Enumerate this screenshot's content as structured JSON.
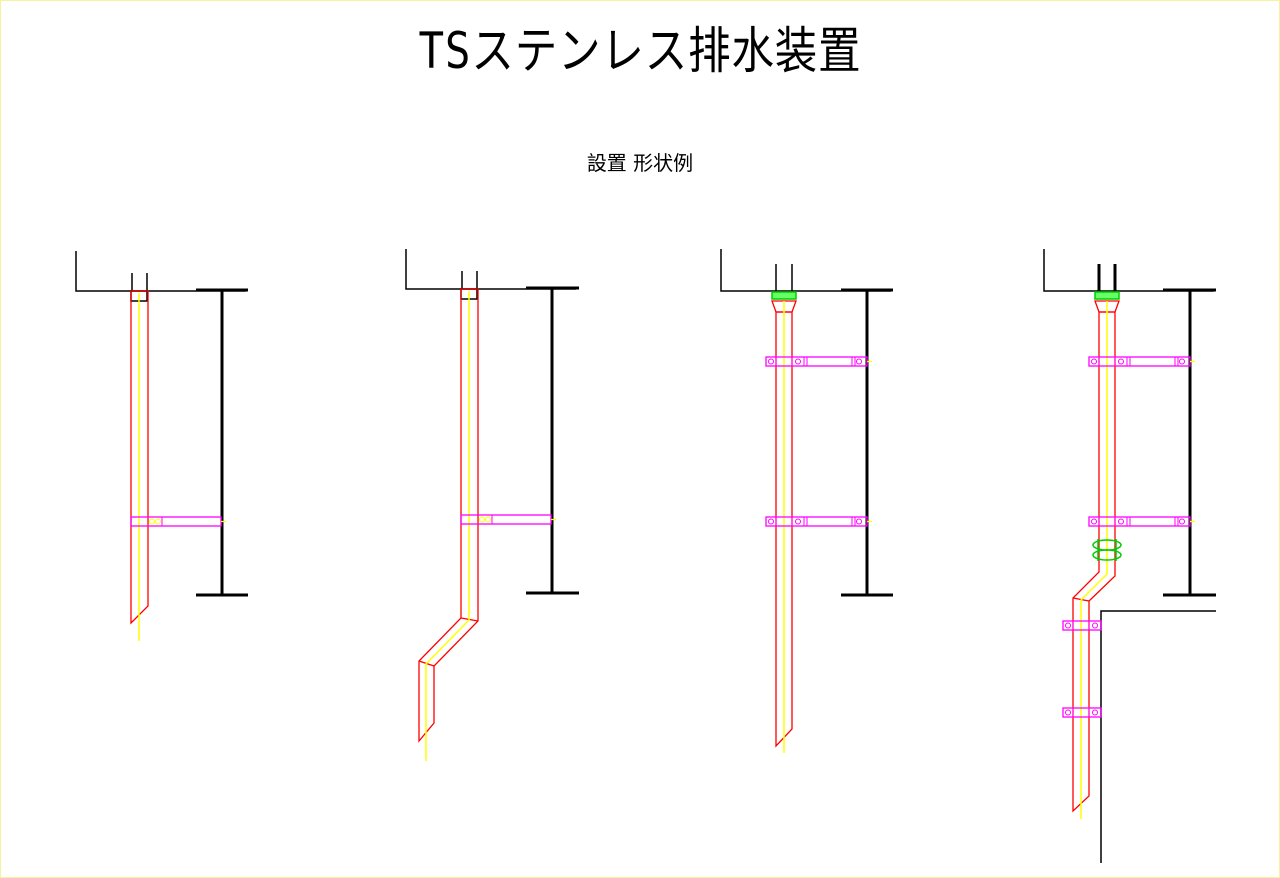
{
  "header": {
    "title": "TSステンレス排水装置",
    "subtitle": "設置 形状例"
  },
  "colors": {
    "pipe": "#ff0000",
    "centerline": "#ffff00",
    "clamp": "#ff00ff",
    "fitting": "#00dd00",
    "structure": "#000000",
    "border": "#f3f3a0"
  },
  "examples": [
    {
      "id": "straight-short",
      "clamps": 1
    },
    {
      "id": "offset",
      "clamps": 1
    },
    {
      "id": "straight-long-reducer",
      "clamps": 2
    },
    {
      "id": "offset-bellows",
      "clamps": 4
    }
  ]
}
